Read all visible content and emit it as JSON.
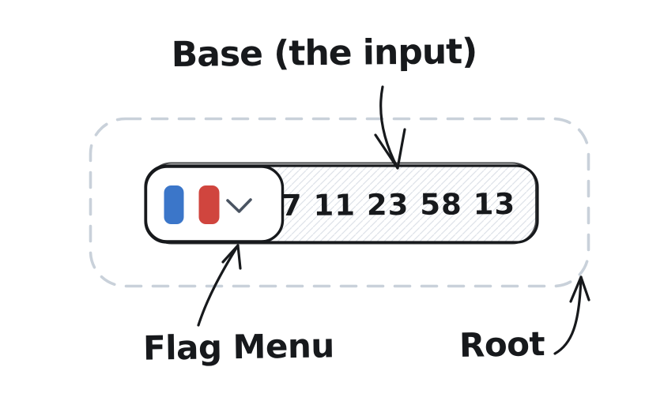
{
  "diagram": {
    "base_annotation": "Base (the input)",
    "flag_menu_annotation": "Flag Menu",
    "root_annotation": "Root"
  },
  "phone_input": {
    "value": "7 11 23 58 13",
    "flag_icon": "france-flag-icon",
    "chevron_icon": "chevron-down-icon"
  },
  "colors": {
    "ink": "#17191c",
    "dash_border": "#c9d1da",
    "hatch": "#dde2e9",
    "flag_blue": "#3b76c9",
    "flag_red": "#d0453e",
    "chevron": "#4a5462",
    "background": "#ffffff"
  }
}
